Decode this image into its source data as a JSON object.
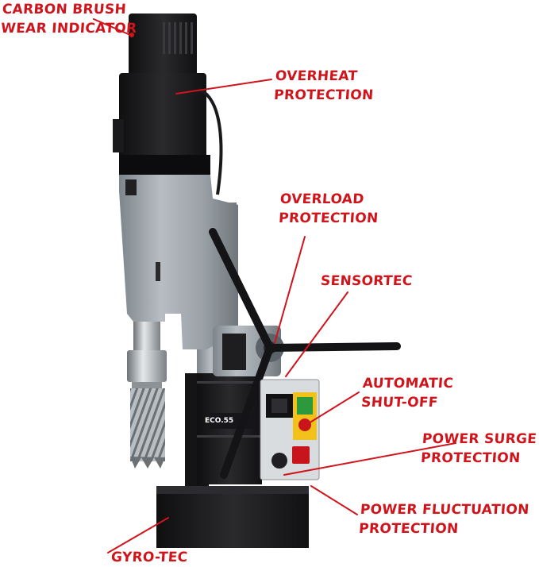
{
  "colors": {
    "callout": "#d0141b",
    "body_black": "#1c1c1e",
    "body_grey": "#9ea5ab",
    "steel": "#c9cdd1",
    "switch_green": "#2c9a3c",
    "switch_yellow": "#f2c21a",
    "switch_red": "#c8141c"
  },
  "product": {
    "model_label": "ECO.55"
  },
  "callouts": {
    "carbon_brush": [
      "CARBON BRUSH",
      "WEAR INDICATOR"
    ],
    "overheat": [
      "OVERHEAT",
      "PROTECTION"
    ],
    "overload": [
      "OVERLOAD",
      "PROTECTION"
    ],
    "sensortec": [
      "SENSORTEC"
    ],
    "auto_shutoff": [
      "AUTOMATIC",
      "SHUT-OFF"
    ],
    "power_surge": [
      "POWER SURGE",
      "PROTECTION"
    ],
    "power_fluctuation": [
      "POWER FLUCTUATION",
      "PROTECTION"
    ],
    "gyro_tec": [
      "GYRO-TEC"
    ]
  }
}
